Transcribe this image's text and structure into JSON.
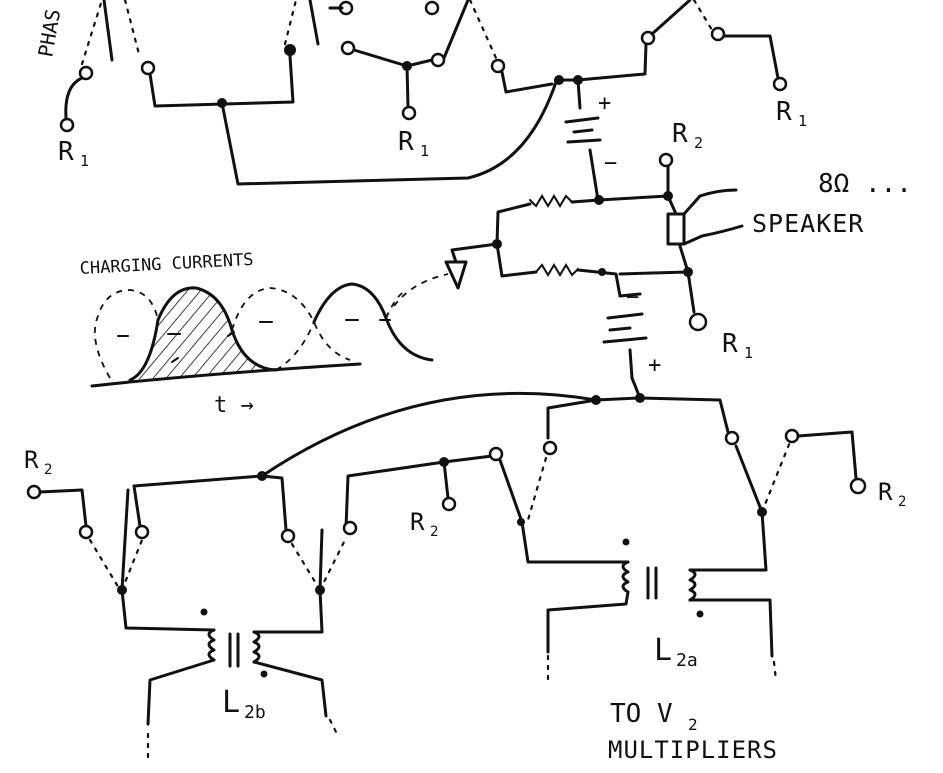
{
  "labels": {
    "phase_partial": "PHAS",
    "r1": "R",
    "r1_sub": "1",
    "r2": "R",
    "r2_sub": "2",
    "speaker_imp": "8Ω ...",
    "speaker": "SPEAKER",
    "charging": "CHARGING CURRENTS",
    "time_axis": "t →",
    "plus": "+",
    "minus": "−",
    "l2a": "L",
    "l2a_sub": "2a",
    "l2b": "L",
    "l2b_sub": "2b",
    "to_v2_line1": "TO V",
    "to_v2_sub": "2",
    "to_v2_line2": "MULTIPLIERS"
  }
}
